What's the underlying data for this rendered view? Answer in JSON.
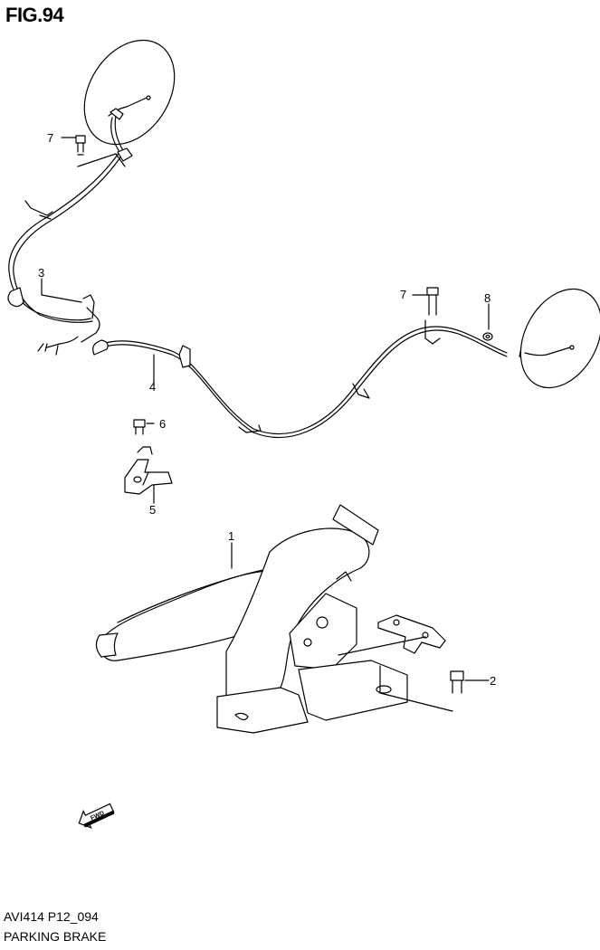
{
  "figure": {
    "title": "FIG.94",
    "code": "AVI414 P12_094",
    "name": "PARKING BRAKE"
  },
  "callouts": [
    {
      "id": "callout-1",
      "label": "1"
    },
    {
      "id": "callout-2",
      "label": "2"
    },
    {
      "id": "callout-3",
      "label": "3"
    },
    {
      "id": "callout-4",
      "label": "4"
    },
    {
      "id": "callout-5",
      "label": "5"
    },
    {
      "id": "callout-6",
      "label": "6"
    },
    {
      "id": "callout-7a",
      "label": "7"
    },
    {
      "id": "callout-7b",
      "label": "7"
    },
    {
      "id": "callout-8",
      "label": "8"
    }
  ],
  "fwd_badge": {
    "label": "FWD",
    "icon": "fwd-arrow-icon"
  },
  "colors": {
    "line": "#000000",
    "background": "#ffffff",
    "fill": "#ffffff"
  }
}
